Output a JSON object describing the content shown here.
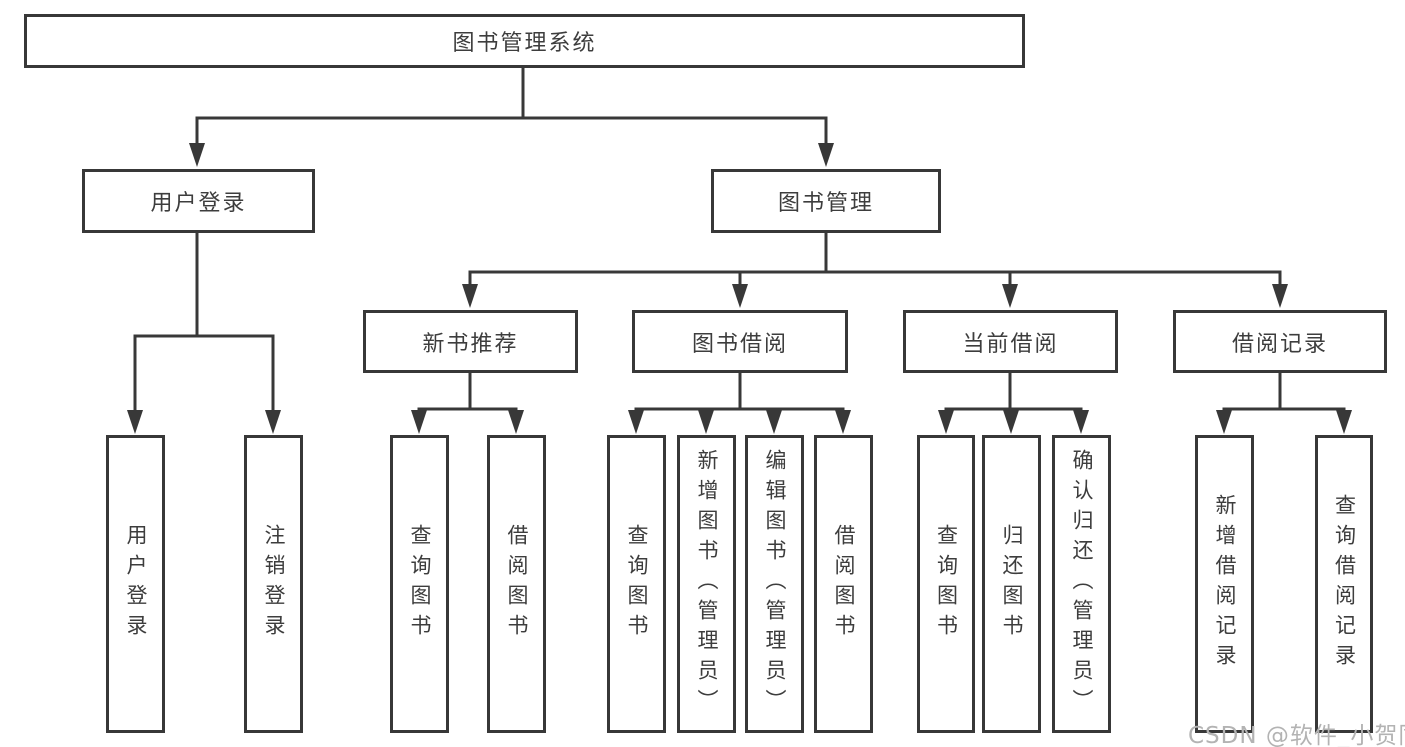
{
  "diagram": {
    "title": "图书管理系统",
    "type": "hierarchy-tree",
    "colors": {
      "line": "#383838",
      "box_fill": "#ffffff",
      "text": "#3d3d3d",
      "watermark": "#b3b3b3"
    },
    "nodes": {
      "library_system": {
        "label": "图书管理系统"
      },
      "user_login": {
        "label": "用户登录"
      },
      "book_management": {
        "label": "图书管理"
      },
      "new_book_recommend": {
        "label": "新书推荐"
      },
      "book_borrowing": {
        "label": "图书借阅"
      },
      "current_borrowing": {
        "label": "当前借阅"
      },
      "borrowing_records": {
        "label": "借阅记录"
      },
      "login": {
        "label": "用户登录"
      },
      "logout": {
        "label": "注销登录"
      },
      "rec_query_books": {
        "label": "查询图书"
      },
      "rec_borrow_books": {
        "label": "借阅图书"
      },
      "bb_query_books": {
        "label": "查询图书"
      },
      "bb_add_books": {
        "label": "新增图书（管理员）"
      },
      "bb_edit_books": {
        "label": "编辑图书（管理员）"
      },
      "bb_borrow_books": {
        "label": "借阅图书"
      },
      "cb_query_books": {
        "label": "查询图书"
      },
      "cb_return_books": {
        "label": "归还图书"
      },
      "cb_confirm_return": {
        "label": "确认归还（管理员）"
      },
      "br_add_record": {
        "label": "新增借阅记录"
      },
      "br_query_record": {
        "label": "查询借阅记录"
      }
    },
    "tree": {
      "图书管理系统": {
        "用户登录": [
          "用户登录",
          "注销登录"
        ],
        "图书管理": {
          "新书推荐": [
            "查询图书",
            "借阅图书"
          ],
          "图书借阅": [
            "查询图书",
            "新增图书（管理员）",
            "编辑图书（管理员）",
            "借阅图书"
          ],
          "当前借阅": [
            "查询图书",
            "归还图书",
            "确认归还（管理员）"
          ],
          "借阅记录": [
            "新增借阅记录",
            "查询借阅记录"
          ]
        }
      }
    }
  },
  "watermark": "CSDN @软件_小贺同学"
}
